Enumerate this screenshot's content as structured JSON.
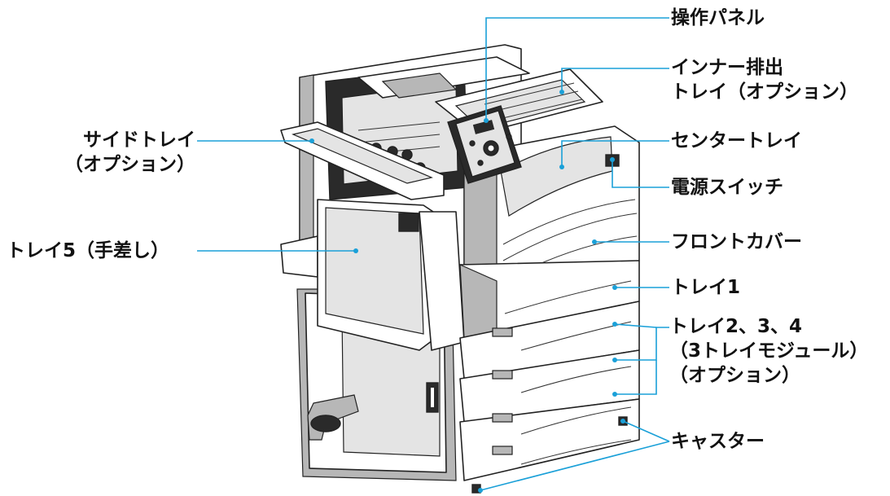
{
  "labels": {
    "control_panel": "操作パネル",
    "inner_output_tray": [
      "インナー排出",
      "トレイ（オプション）"
    ],
    "side_tray": [
      "サイドトレイ",
      "（オプション）"
    ],
    "center_tray": "センタートレイ",
    "power_switch": "電源スイッチ",
    "tray5": "トレイ5（手差し）",
    "front_cover": "フロントカバー",
    "tray1": "トレイ1",
    "trays_2_3_4": [
      "トレイ2、3、4",
      "（3トレイモジュール）",
      "（オプション）"
    ],
    "casters": "キャスター"
  },
  "colors": {
    "leader_line": "#1aa0d8",
    "text": "#111111",
    "outline": "#222222",
    "shade": "#b7b7b7"
  }
}
